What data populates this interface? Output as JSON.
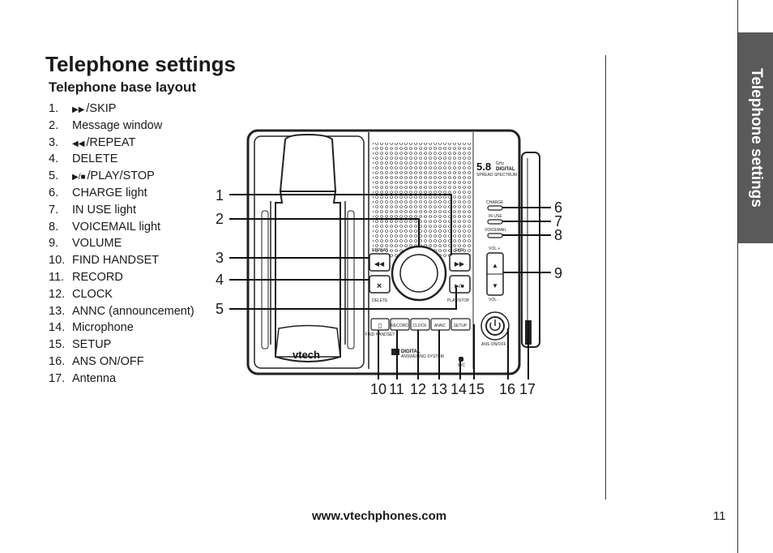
{
  "header": {
    "title": "Telephone settings",
    "subtitle": "Telephone base layout"
  },
  "side_tab": {
    "label": "Telephone settings"
  },
  "legend": [
    {
      "num": "1.",
      "label": "/SKIP",
      "icon": "fast-forward-icon"
    },
    {
      "num": "2.",
      "label": "Message window"
    },
    {
      "num": "3.",
      "label": "/REPEAT",
      "icon": "rewind-icon"
    },
    {
      "num": "4.",
      "label": "DELETE"
    },
    {
      "num": "5.",
      "label": "/PLAY/STOP",
      "icon": "play-stop-icon"
    },
    {
      "num": "6.",
      "label": "CHARGE light"
    },
    {
      "num": "7.",
      "label": "IN USE light"
    },
    {
      "num": "8.",
      "label": "VOICEMAIL light"
    },
    {
      "num": "9.",
      "label": "VOLUME"
    },
    {
      "num": "10.",
      "label": "FIND HANDSET"
    },
    {
      "num": "11.",
      "label": "RECORD"
    },
    {
      "num": "12.",
      "label": "CLOCK"
    },
    {
      "num": "13.",
      "label": "ANNC (announcement)"
    },
    {
      "num": "14.",
      "label": "Microphone"
    },
    {
      "num": "15.",
      "label": "SETUP"
    },
    {
      "num": "16.",
      "label": "ANS ON/OFF"
    },
    {
      "num": "17.",
      "label": "Antenna"
    }
  ],
  "diagram": {
    "callouts": [
      "1",
      "2",
      "3",
      "4",
      "5",
      "6",
      "7",
      "8",
      "9",
      "10",
      "11",
      "12",
      "13",
      "14",
      "15",
      "16",
      "17"
    ],
    "device_text": {
      "brand": "vtech",
      "freq": "5.8",
      "ghz": "GHz",
      "digital": "DIGITAL",
      "spread": "SPREAD SPECTRUM",
      "charge": "CHARGE",
      "in_use": "IN USE",
      "voicemail": "VOICEMAIL",
      "vol_up": "VOL +",
      "vol_down": "VOL -",
      "repeat": "REPEAT",
      "skip": "SKIP",
      "delete": "DELETE",
      "play_stop": "PLAY/STOP",
      "find_handset": "FIND HANDSET",
      "record": "RECORD",
      "clock": "CLOCK",
      "annc": "ANNC",
      "setup": "SETUP",
      "ans_on_off": "ANS ON/OFF",
      "answering_system": "ANSWERING SYSTEM",
      "mic": "MIC"
    }
  },
  "footer": {
    "url": "www.vtechphones.com",
    "page": "11"
  }
}
